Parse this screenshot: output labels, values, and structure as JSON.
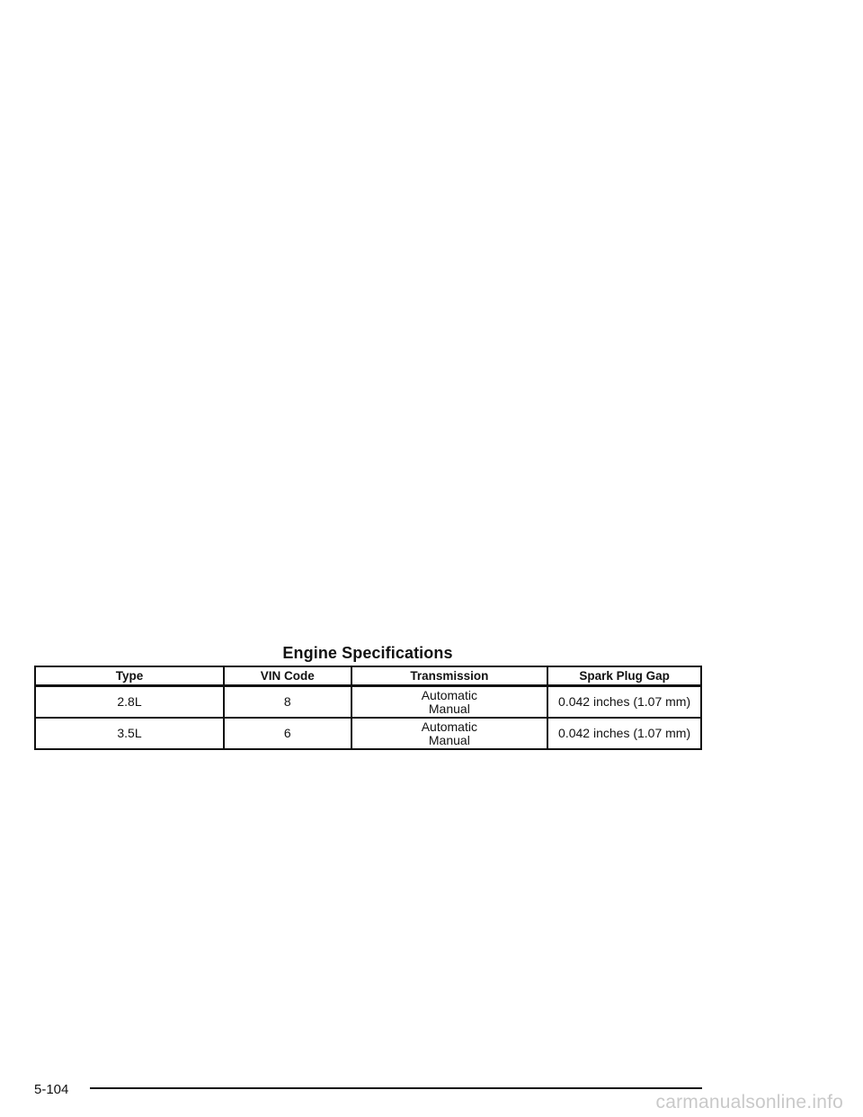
{
  "section": {
    "title": "Engine Specifications"
  },
  "table": {
    "headers": [
      "Type",
      "VIN Code",
      "Transmission",
      "Spark Plug Gap"
    ],
    "rows": [
      {
        "type": "2.8L",
        "vin_code": "8",
        "transmission": [
          "Automatic",
          "Manual"
        ],
        "spark_plug_gap": "0.042 inches (1.07 mm)"
      },
      {
        "type": "3.5L",
        "vin_code": "6",
        "transmission": [
          "Automatic",
          "Manual"
        ],
        "spark_plug_gap": "0.042 inches (1.07 mm)"
      }
    ]
  },
  "footer": {
    "page_number": "5-104"
  },
  "watermark": {
    "text": "carmanualsonline.info"
  }
}
